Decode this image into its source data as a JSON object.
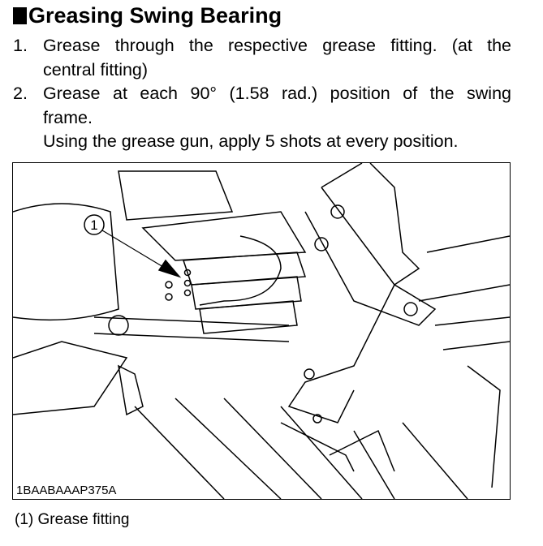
{
  "title": "Greasing Swing Bearing",
  "steps": [
    {
      "number": "1.",
      "lines": [
        "Grease through the respective grease fitting. (at the",
        "central fitting)"
      ]
    },
    {
      "number": "2.",
      "lines": [
        "Grease at each 90° (1.58 rad.) position of the swing",
        "frame.",
        "Using the grease gun, apply 5 shots at every position."
      ]
    }
  ],
  "figure": {
    "callout": "1",
    "id": "1BAABAAAP375A"
  },
  "caption": "(1) Grease fitting"
}
